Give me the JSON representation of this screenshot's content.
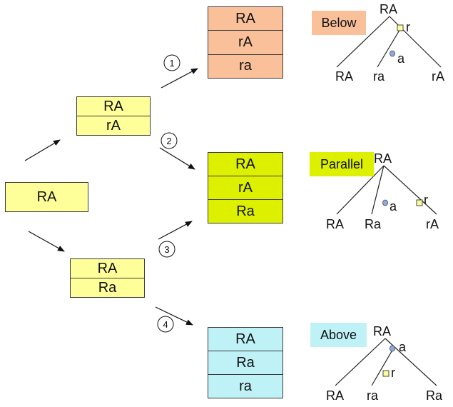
{
  "colors": {
    "yellow": "#ffff99",
    "orange": "#f9c09a",
    "lime": "#ddf000",
    "cyan": "#bff2f7",
    "line": "#222222",
    "square_marker": "#ffff99",
    "circle_marker": "#8fa8e0"
  },
  "left_box": {
    "cells": [
      "RA"
    ]
  },
  "mid_top_box": {
    "cells": [
      "RA",
      "rA"
    ]
  },
  "mid_bottom_box": {
    "cells": [
      "RA",
      "Ra"
    ]
  },
  "right_boxes": [
    {
      "cells": [
        "RA",
        "rA",
        "ra"
      ]
    },
    {
      "cells": [
        "RA",
        "rA",
        "Ra"
      ]
    },
    {
      "cells": [
        "RA",
        "Ra",
        "ra"
      ]
    }
  ],
  "path_numbers": [
    "1",
    "2",
    "3",
    "4"
  ],
  "trees": [
    {
      "label": "Below",
      "root": "RA",
      "leaves": [
        "RA",
        "ra",
        "rA"
      ],
      "marker_square": "r",
      "marker_circle": "a"
    },
    {
      "label": "Parallel",
      "root": "RA",
      "leaves": [
        "RA",
        "Ra",
        "rA"
      ],
      "marker_square": "r",
      "marker_circle": "a"
    },
    {
      "label": "Above",
      "root": "RA",
      "leaves": [
        "RA",
        "ra",
        "Ra"
      ],
      "marker_square": "r",
      "marker_circle": "a"
    }
  ]
}
